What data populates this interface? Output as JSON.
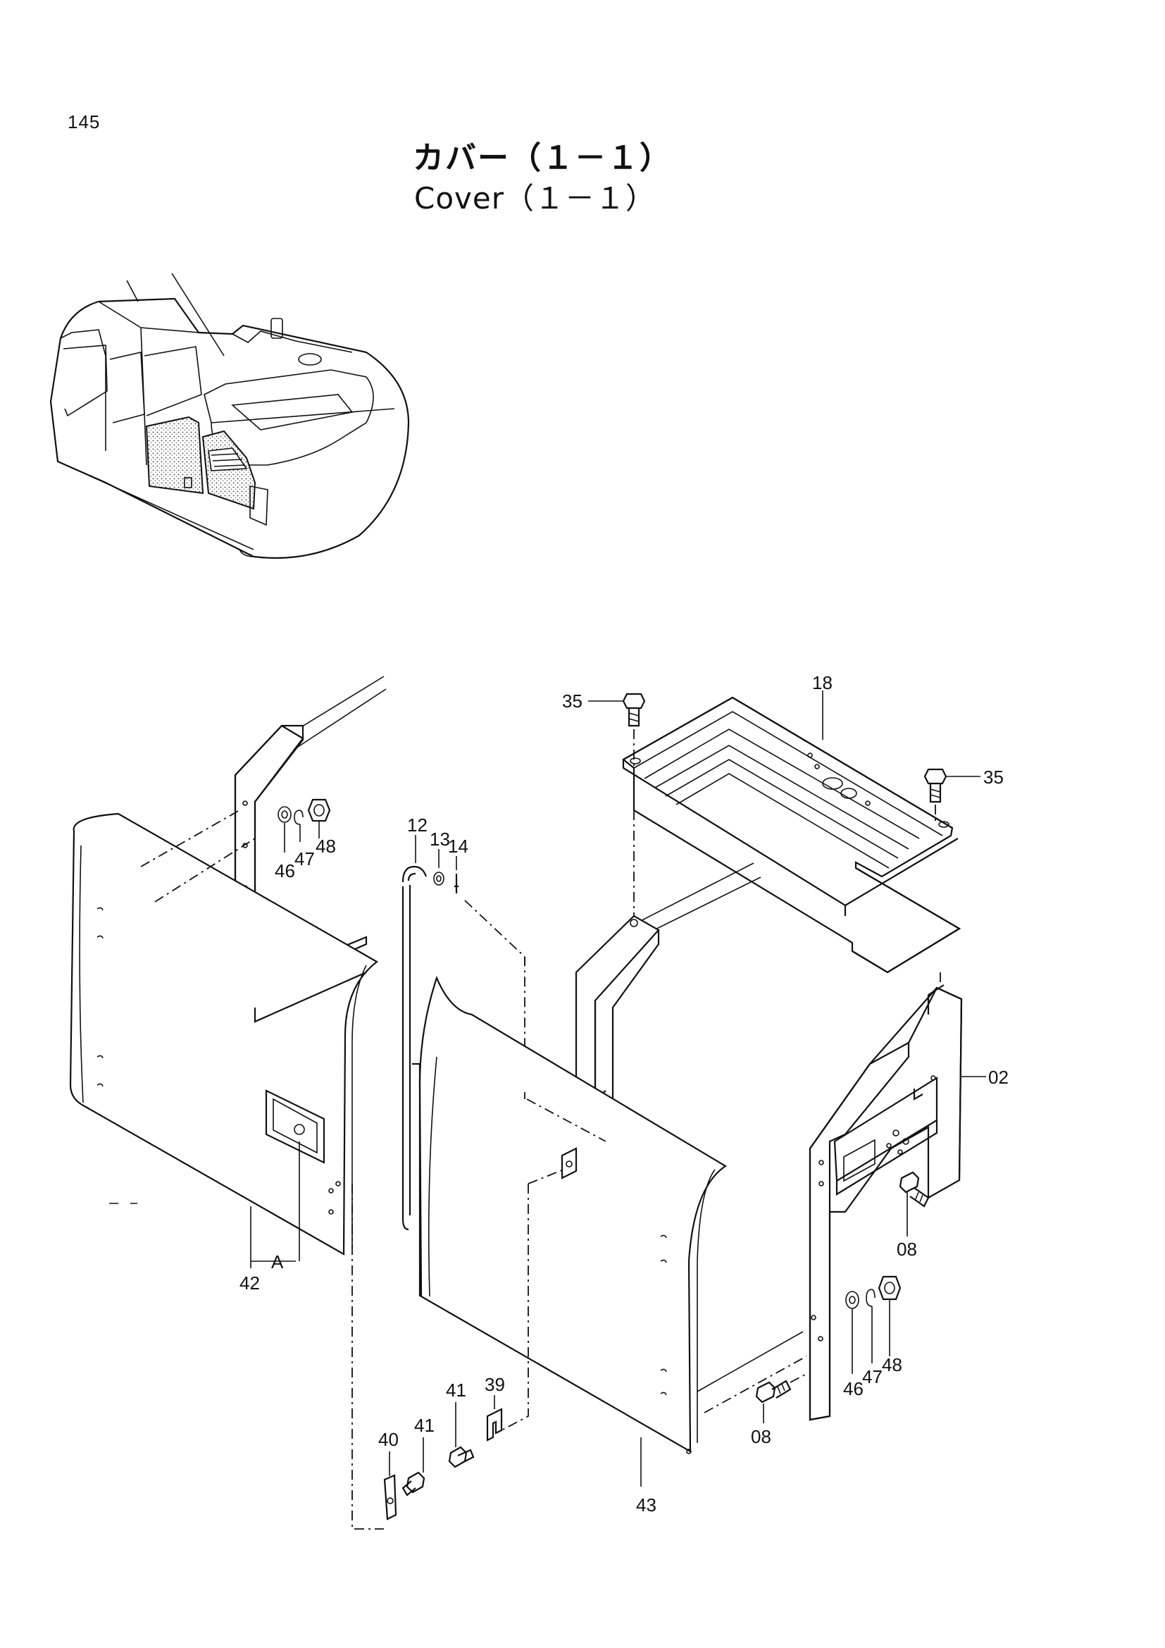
{
  "page": {
    "number": "145",
    "title_jp": "カバー（１－１）",
    "title_en": "Cover（１－１）"
  },
  "callouts": {
    "c02": "02",
    "c08a": "08",
    "c08b": "08",
    "c12": "12",
    "c13": "13",
    "c14": "14",
    "c18": "18",
    "c35a": "35",
    "c35b": "35",
    "c39": "39",
    "c40": "40",
    "c41": "41",
    "c42": "42",
    "c43": "43",
    "c46a": "46",
    "c47a": "47",
    "c48a": "48",
    "c46b": "46",
    "c47b": "47",
    "c48b": "48",
    "cA": "A"
  }
}
